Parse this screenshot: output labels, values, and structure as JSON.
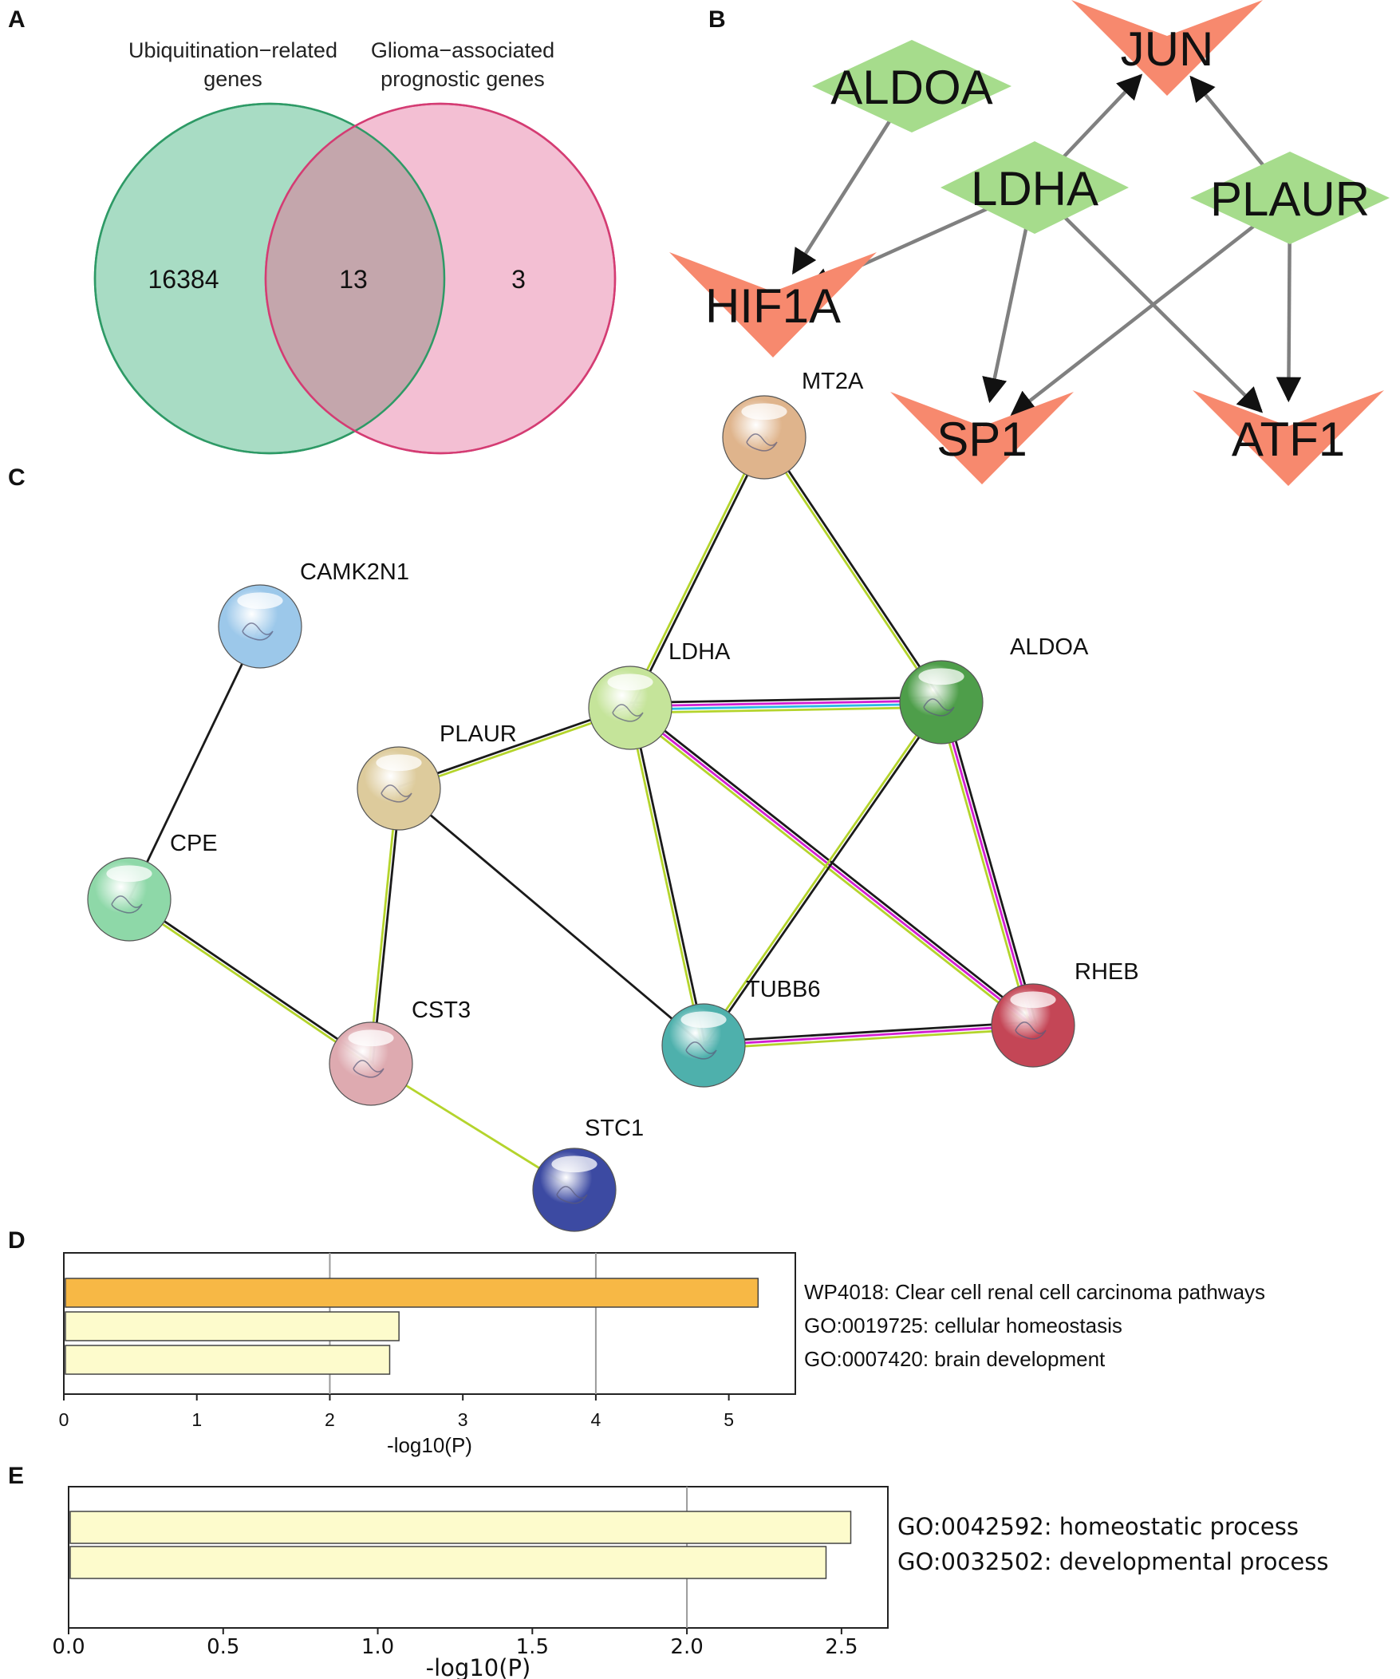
{
  "panels": {
    "a": "A",
    "b": "B",
    "c": "C",
    "d": "D",
    "e": "E"
  },
  "venn": {
    "set_left_title_1": "Ubiquitination−related",
    "set_left_title_2": "genes",
    "set_right_title_1": "Glioma−associated",
    "set_right_title_2": "prognostic genes",
    "left_only": "16384",
    "intersection": "13",
    "right_only": "3",
    "colors": {
      "left_fill": "#a8dcc4",
      "right_fill": "#f3bfd3",
      "overlap_fill": "#c4a6ac",
      "left_stroke": "#2e9a66",
      "right_stroke": "#d43c73"
    }
  },
  "tf_network": {
    "regulators": [
      "ALDOA",
      "LDHA",
      "PLAUR"
    ],
    "targets": [
      "JUN",
      "HIF1A",
      "SP1",
      "ATF1"
    ],
    "edges": [
      [
        "ALDOA",
        "HIF1A"
      ],
      [
        "LDHA",
        "HIF1A"
      ],
      [
        "LDHA",
        "JUN"
      ],
      [
        "LDHA",
        "SP1"
      ],
      [
        "LDHA",
        "ATF1"
      ],
      [
        "PLAUR",
        "JUN"
      ],
      [
        "PLAUR",
        "SP1"
      ],
      [
        "PLAUR",
        "ATF1"
      ]
    ],
    "colors": {
      "regulator": "#a6dc8c",
      "target": "#f7896e",
      "edge": "#808080"
    }
  },
  "ppi_network": {
    "nodes": [
      {
        "id": "MT2A",
        "label": "MT2A",
        "color": "#dfb48c"
      },
      {
        "id": "CAMK2N1",
        "label": "CAMK2N1",
        "color": "#9cc8ea"
      },
      {
        "id": "LDHA",
        "label": "LDHA",
        "color": "#c5e49a"
      },
      {
        "id": "ALDOA",
        "label": "ALDOA",
        "color": "#4e9e4a"
      },
      {
        "id": "PLAUR",
        "label": "PLAUR",
        "color": "#ddcb9c"
      },
      {
        "id": "CPE",
        "label": "CPE",
        "color": "#8ed8a8"
      },
      {
        "id": "TUBB6",
        "label": "TUBB6",
        "color": "#4eb0ac"
      },
      {
        "id": "RHEB",
        "label": "RHEB",
        "color": "#c44656"
      },
      {
        "id": "CST3",
        "label": "CST3",
        "color": "#deaab0"
      },
      {
        "id": "STC1",
        "label": "STC1",
        "color": "#3c4aa2"
      }
    ],
    "edges": [
      {
        "source": "CAMK2N1",
        "target": "CPE",
        "evidence": [
          "black"
        ]
      },
      {
        "source": "CPE",
        "target": "CST3",
        "evidence": [
          "black",
          "yellowgreen"
        ]
      },
      {
        "source": "CST3",
        "target": "STC1",
        "evidence": [
          "yellowgreen"
        ]
      },
      {
        "source": "PLAUR",
        "target": "CST3",
        "evidence": [
          "black",
          "yellowgreen"
        ]
      },
      {
        "source": "PLAUR",
        "target": "LDHA",
        "evidence": [
          "black",
          "yellowgreen"
        ]
      },
      {
        "source": "PLAUR",
        "target": "TUBB6",
        "evidence": [
          "black"
        ]
      },
      {
        "source": "MT2A",
        "target": "LDHA",
        "evidence": [
          "black",
          "yellowgreen"
        ]
      },
      {
        "source": "MT2A",
        "target": "ALDOA",
        "evidence": [
          "black",
          "yellowgreen"
        ]
      },
      {
        "source": "LDHA",
        "target": "ALDOA",
        "evidence": [
          "black",
          "magenta",
          "cyan",
          "yellowgreen"
        ]
      },
      {
        "source": "LDHA",
        "target": "TUBB6",
        "evidence": [
          "black",
          "yellowgreen"
        ]
      },
      {
        "source": "LDHA",
        "target": "RHEB",
        "evidence": [
          "black",
          "magenta",
          "yellowgreen"
        ]
      },
      {
        "source": "ALDOA",
        "target": "TUBB6",
        "evidence": [
          "black",
          "yellowgreen"
        ]
      },
      {
        "source": "ALDOA",
        "target": "RHEB",
        "evidence": [
          "black",
          "magenta",
          "yellowgreen"
        ]
      },
      {
        "source": "TUBB6",
        "target": "RHEB",
        "evidence": [
          "black",
          "magenta",
          "yellowgreen"
        ]
      }
    ],
    "evidence_colors": {
      "black": "#1a1a1a",
      "yellowgreen": "#b4d42c",
      "magenta": "#d21ed2",
      "cyan": "#2cb8e6"
    }
  },
  "chart_data": [
    {
      "type": "bar",
      "orientation": "horizontal",
      "categories": [
        "WP4018: Clear cell renal cell carcinoma pathways",
        "GO:0019725: cellular homeostasis",
        "GO:0007420: brain development"
      ],
      "values": [
        5.22,
        2.52,
        2.45
      ],
      "bar_colors": [
        "#f7b845",
        "#fdfbcc",
        "#fdfbcc"
      ],
      "xlabel": "-log10(P)",
      "xlim": [
        0,
        5.5
      ],
      "xticks": [
        "0",
        "1",
        "2",
        "3",
        "4",
        "5"
      ],
      "gridlines": [
        2,
        4
      ]
    },
    {
      "type": "bar",
      "orientation": "horizontal",
      "categories": [
        "GO:0042592: homeostatic process",
        "GO:0032502: developmental process"
      ],
      "values": [
        2.53,
        2.45
      ],
      "bar_colors": [
        "#fdfbcc",
        "#fdfbcc"
      ],
      "xlabel": "-log10(P)",
      "xlim": [
        0,
        2.65
      ],
      "xticks": [
        "0.0",
        "0.5",
        "1.0",
        "1.5",
        "2.0",
        "2.5"
      ],
      "gridlines": [
        2.0
      ]
    }
  ]
}
